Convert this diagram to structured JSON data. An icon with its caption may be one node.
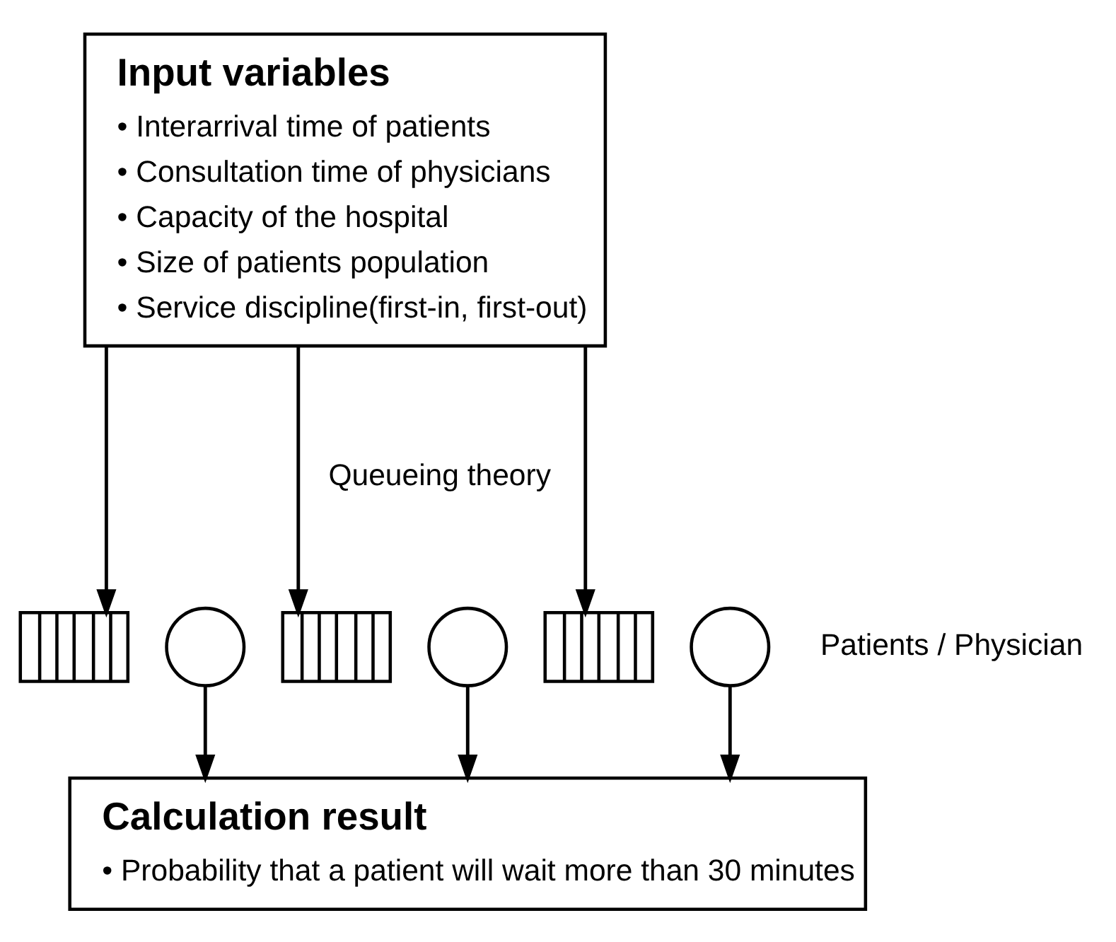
{
  "diagram": {
    "nodes": [
      {
        "text": [
          "Input variables",
          "• Interarrival time of patients",
          "• Consultation time of physicians",
          "• Capacity of the hospital",
          "• Size of patients population",
          "• Service discipline(first-in, first-out)"
        ]
      },
      {
        "text": [],
        "shape": "box"
      },
      {
        "text": [],
        "shape": "circle"
      },
      {
        "text": [],
        "shape": "box"
      },
      {
        "text": [],
        "shape": "circle"
      },
      {
        "text": [],
        "shape": "box"
      },
      {
        "text": [],
        "shape": "circle"
      },
      {
        "text": [
          "Calculation result",
          "• Probability that a patient will wait more than 30 minutes"
        ]
      }
    ],
    "edges": [
      {
        "from": 0,
        "to": 1,
        "arrow": "to"
      },
      {
        "from": 0,
        "to": 3,
        "arrow": "to"
      },
      {
        "from": 0,
        "to": 5,
        "arrow": "to"
      },
      {
        "from": 2,
        "to": 7,
        "arrow": "to"
      },
      {
        "from": 4,
        "to": 7,
        "arrow": "to"
      },
      {
        "from": 6,
        "to": 7,
        "arrow": "to"
      }
    ],
    "labels": [
      "Queueing theory",
      "Patients / Physician"
    ]
  }
}
